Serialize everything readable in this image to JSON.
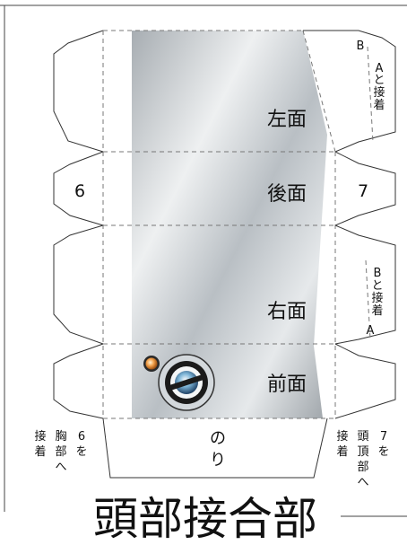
{
  "panels": {
    "left_side": "左面",
    "back": "後面",
    "right_side": "右面",
    "front": "前面"
  },
  "tabs": {
    "left_number": "6",
    "right_number": "7",
    "bottom_glue": [
      "の",
      "り"
    ],
    "right_top_letter": "B",
    "right_top_note": [
      "A",
      "と",
      "接",
      "着"
    ],
    "right_mid_note": [
      "B",
      "と",
      "接",
      "着"
    ],
    "right_mid_letter": "A",
    "bottom_left_col1": [
      "接",
      "着"
    ],
    "bottom_left_col2": [
      "胸",
      "部",
      "へ"
    ],
    "bottom_left_col3": [
      "6",
      "を"
    ],
    "bottom_right_col1": [
      "接",
      "着"
    ],
    "bottom_right_col2": [
      "頭",
      "頂",
      "部",
      "へ"
    ],
    "bottom_right_col3": [
      "7",
      "を"
    ]
  },
  "title": "頭部接合部",
  "colors": {
    "panel_light": "#e9ecee",
    "panel_dark": "#8f969c",
    "outline": "#333333",
    "fold_line": "#777777"
  }
}
